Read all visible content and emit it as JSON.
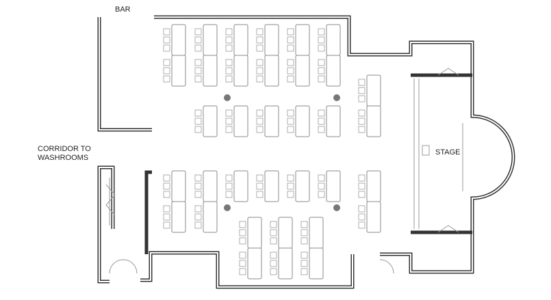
{
  "labels": {
    "bar": "BAR",
    "corridor_line1": "CORRIDOR TO",
    "corridor_line2": "WASHROOMS",
    "stage": "STAGE"
  },
  "colors": {
    "wall": "#333333",
    "table": "#888888",
    "pillar": "#777777"
  }
}
